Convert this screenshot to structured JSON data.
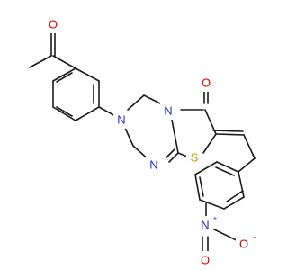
{
  "molecule": {
    "atoms": {
      "carbonyl_o_ketone": {
        "text": "O",
        "color": "#e00000"
      },
      "carbonyl_o_ring": {
        "text": "O",
        "color": "#e00000"
      },
      "n_aryl": {
        "text": "N",
        "color": "#2030d0"
      },
      "n_fused": {
        "text": "N",
        "color": "#2030d0"
      },
      "n_imine": {
        "text": "N",
        "color": "#2030d0"
      },
      "s_thiazole": {
        "text": "S",
        "color": "#b8a000"
      },
      "n_nitro": {
        "text": "N",
        "color": "#2030d0"
      },
      "n_nitro_charge": {
        "text": "+",
        "color": "#2030d0"
      },
      "o_nitro_double": {
        "text": "O",
        "color": "#e00000"
      },
      "o_nitro_single": {
        "text": "O",
        "color": "#e00000"
      },
      "o_nitro_charge": {
        "text": "−",
        "color": "#e00000"
      }
    },
    "bond_color": "#1a1a1a"
  }
}
